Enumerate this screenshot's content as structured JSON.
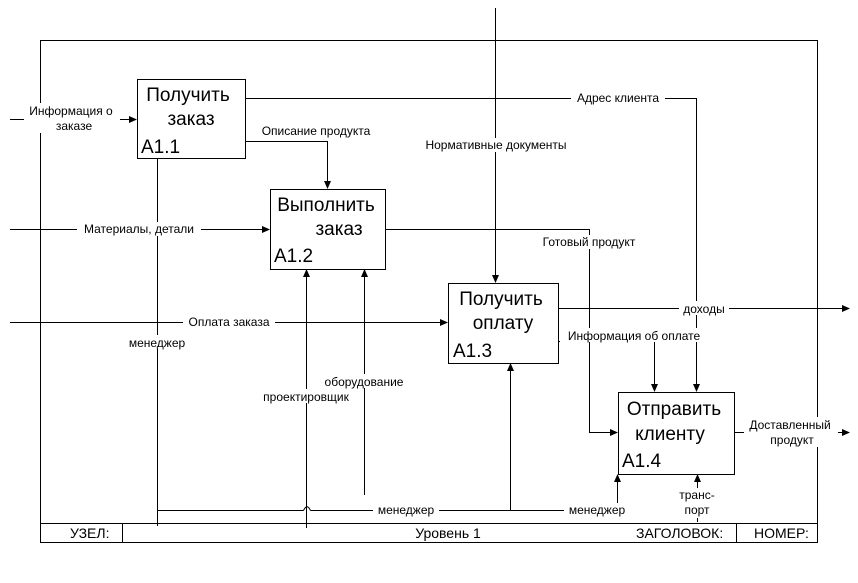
{
  "boxes": [
    {
      "title1": "Получить",
      "title2": "заказ",
      "code": "A1.1"
    },
    {
      "title1": "Выполнить",
      "title2": "заказ",
      "code": "A1.2"
    },
    {
      "title1": "Получить",
      "title2": "оплату",
      "code": "A1.3"
    },
    {
      "title1": "Отправить",
      "title2": "клиенту",
      "code": "A1.4"
    }
  ],
  "arrows": {
    "info_order_1": "Информация о",
    "info_order_2": "заказе",
    "materials": "Материалы, детали",
    "payment": "Оплата заказа",
    "product_desc": "Описание продукта",
    "client_address": "Адрес клиента",
    "regulations": "Нормативные документы",
    "finished_product": "Готовый продукт",
    "income": "доходы",
    "payment_info": "Информация об оплате",
    "delivered_1": "Доставленный",
    "delivered_2": "продукт",
    "manager_left": "менеджер",
    "equipment": "оборудование",
    "designer": "проектировщик",
    "manager_bottom_1": "менеджер",
    "manager_bottom_2": "менеджер",
    "transport_1": "транс-",
    "transport_2": "порт"
  },
  "footer": {
    "node": "УЗЕЛ:",
    "level": "Уровень 1",
    "heading": "ЗАГОЛОВОК:",
    "number": "НОМЕР:"
  }
}
